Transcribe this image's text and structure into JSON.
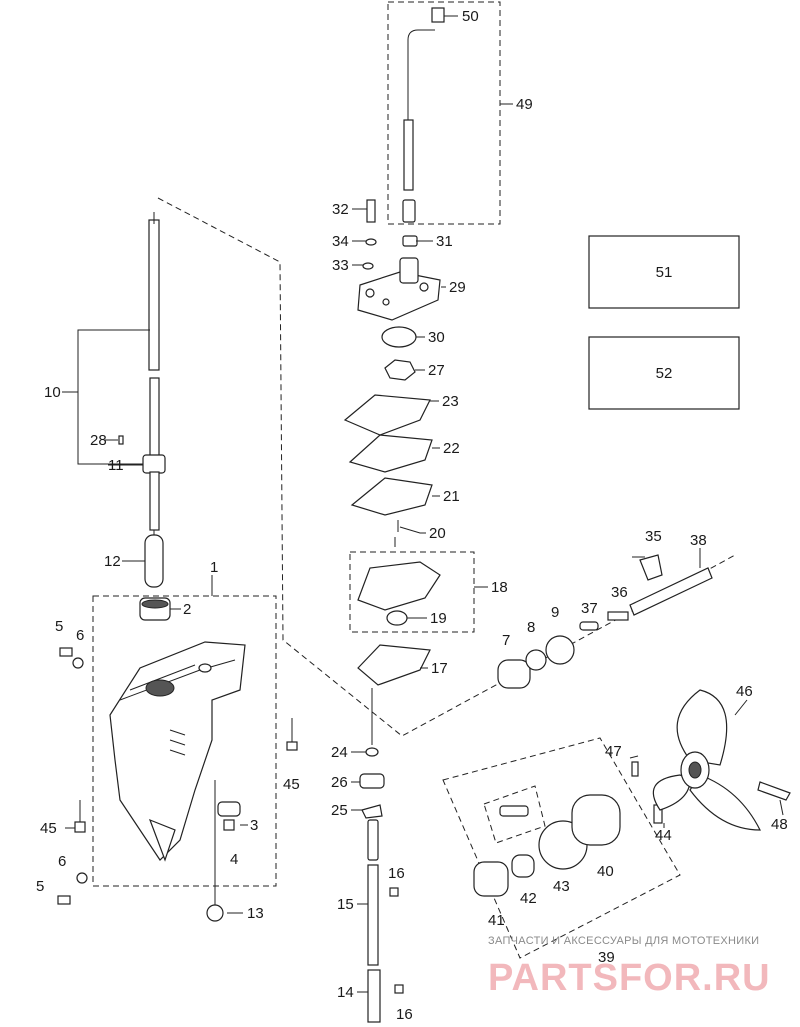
{
  "diagram": {
    "part_labels": [
      {
        "id": "p1",
        "text": "1"
      },
      {
        "id": "p2",
        "text": "2"
      },
      {
        "id": "p3",
        "text": "3"
      },
      {
        "id": "p4",
        "text": "4"
      },
      {
        "id": "p5a",
        "text": "5"
      },
      {
        "id": "p5b",
        "text": "5"
      },
      {
        "id": "p6a",
        "text": "6"
      },
      {
        "id": "p6b",
        "text": "6"
      },
      {
        "id": "p7",
        "text": "7"
      },
      {
        "id": "p8",
        "text": "8"
      },
      {
        "id": "p9",
        "text": "9"
      },
      {
        "id": "p10",
        "text": "10"
      },
      {
        "id": "p11",
        "text": "11"
      },
      {
        "id": "p12",
        "text": "12"
      },
      {
        "id": "p13",
        "text": "13"
      },
      {
        "id": "p14",
        "text": "14"
      },
      {
        "id": "p15",
        "text": "15"
      },
      {
        "id": "p16a",
        "text": "16"
      },
      {
        "id": "p16b",
        "text": "16"
      },
      {
        "id": "p17",
        "text": "17"
      },
      {
        "id": "p18",
        "text": "18"
      },
      {
        "id": "p19",
        "text": "19"
      },
      {
        "id": "p20",
        "text": "20"
      },
      {
        "id": "p21",
        "text": "21"
      },
      {
        "id": "p22",
        "text": "22"
      },
      {
        "id": "p23",
        "text": "23"
      },
      {
        "id": "p24",
        "text": "24"
      },
      {
        "id": "p25",
        "text": "25"
      },
      {
        "id": "p26",
        "text": "26"
      },
      {
        "id": "p27",
        "text": "27"
      },
      {
        "id": "p28",
        "text": "28"
      },
      {
        "id": "p29",
        "text": "29"
      },
      {
        "id": "p30",
        "text": "30"
      },
      {
        "id": "p31",
        "text": "31"
      },
      {
        "id": "p32",
        "text": "32"
      },
      {
        "id": "p33",
        "text": "33"
      },
      {
        "id": "p34",
        "text": "34"
      },
      {
        "id": "p35",
        "text": "35"
      },
      {
        "id": "p36",
        "text": "36"
      },
      {
        "id": "p37",
        "text": "37"
      },
      {
        "id": "p38",
        "text": "38"
      },
      {
        "id": "p39",
        "text": "39"
      },
      {
        "id": "p40",
        "text": "40"
      },
      {
        "id": "p41",
        "text": "41"
      },
      {
        "id": "p42",
        "text": "42"
      },
      {
        "id": "p43",
        "text": "43"
      },
      {
        "id": "p44",
        "text": "44"
      },
      {
        "id": "p45a",
        "text": "45"
      },
      {
        "id": "p45b",
        "text": "45"
      },
      {
        "id": "p46",
        "text": "46"
      },
      {
        "id": "p47",
        "text": "47"
      },
      {
        "id": "p48",
        "text": "48"
      },
      {
        "id": "p49",
        "text": "49"
      },
      {
        "id": "p50",
        "text": "50"
      }
    ],
    "boxes": [
      {
        "id": "b51",
        "text": "51"
      },
      {
        "id": "b52",
        "text": "52"
      }
    ]
  },
  "watermark": {
    "caption": "ЗАПЧАСТИ И АКСЕССУАРЫ ДЛЯ МОТОТЕХНИКИ",
    "brand": "PARTSFOR.RU",
    "brand_color": "#f2b8bc"
  }
}
